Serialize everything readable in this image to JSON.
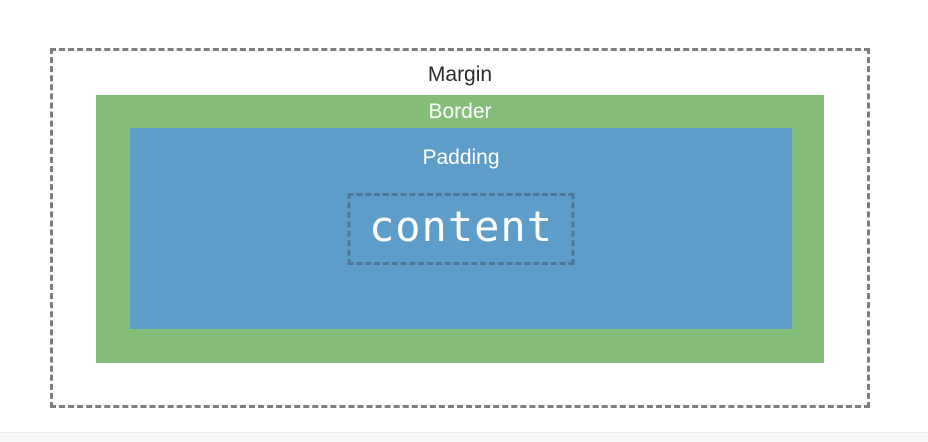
{
  "diagram": {
    "title": "css-box-model",
    "margin_label": "Margin",
    "border_label": "Border",
    "padding_label": "Padding",
    "content_label": "content"
  },
  "colors": {
    "border_fill": "#85be78",
    "padding_fill": "#5e9cca",
    "margin_dash": "#7d7d7d",
    "content_dash": "#4d7697",
    "margin_text": "#2b2b2b",
    "light_text": "#ffffff"
  }
}
